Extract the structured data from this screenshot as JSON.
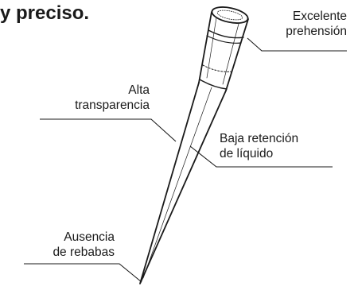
{
  "heading": "y preciso.",
  "labels": {
    "grip": [
      "Excelente",
      "prehensión"
    ],
    "transparency": [
      "Alta",
      "transparencia"
    ],
    "retention": [
      "Baja retención",
      "de líquido"
    ],
    "burrs": [
      "Ausencia",
      "de rebabas"
    ]
  },
  "colors": {
    "line": "#1a1a1a",
    "background": "#ffffff"
  }
}
